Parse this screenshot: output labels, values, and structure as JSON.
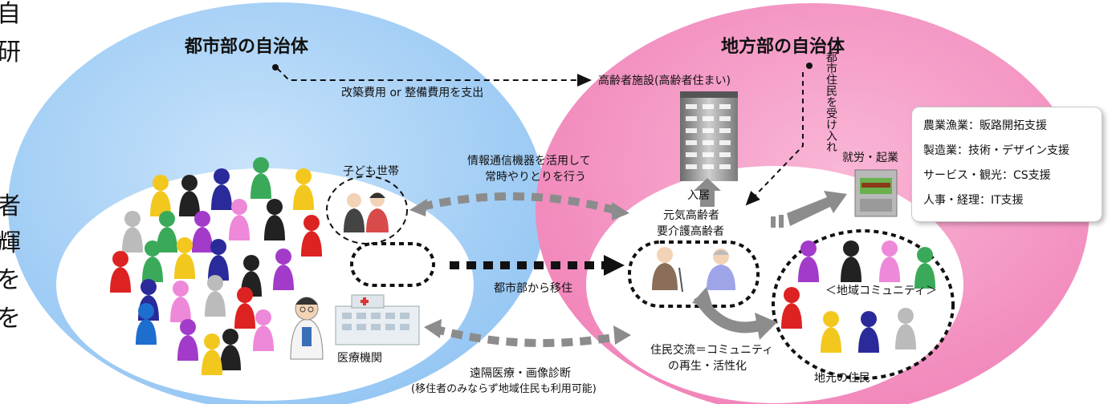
{
  "left_fragments": [
    "自",
    "研",
    "者",
    "輝",
    "を",
    "を"
  ],
  "urban": {
    "title": "都市部の自治体",
    "households_label": "子ども世帯",
    "medical_label": "医療機関"
  },
  "rural": {
    "title": "地方部の自治体",
    "facility_label": "高齢者施設(高齢者住まい)",
    "accept_label": "都市住民を受け入れ",
    "move_in_label": "入居",
    "elderly_label_1": "元気高齢者",
    "elderly_label_2": "要介護高齢者",
    "work_label": "就労・起業",
    "community_label": "＜地域コミュニティ＞",
    "local_residents_label": "地元の住民"
  },
  "flows": {
    "cost_label": "改築費用 or 整備費用を支出",
    "ict_label_1": "情報通信機器を活用して",
    "ict_label_2": "常時やりとりを行う",
    "migration_label": "都市部から移住",
    "exchange_label_1": "住民交流＝コミュニティ",
    "exchange_label_2": "の再生・活性化",
    "telemed_label_1": "遠隔医療・画像診断",
    "telemed_label_2": "(移住者のみならず地域住民も利用可能)"
  },
  "support_items": [
    "農業漁業：販路開拓支援",
    "製造業：技術・デザイン支援",
    "サービス・観光：CS支援",
    "人事・経理：IT支援"
  ],
  "colors": {
    "urban_region": "#a9d2f7",
    "rural_region": "#f59bc6",
    "arrow_gray": "#8c8c8c"
  }
}
